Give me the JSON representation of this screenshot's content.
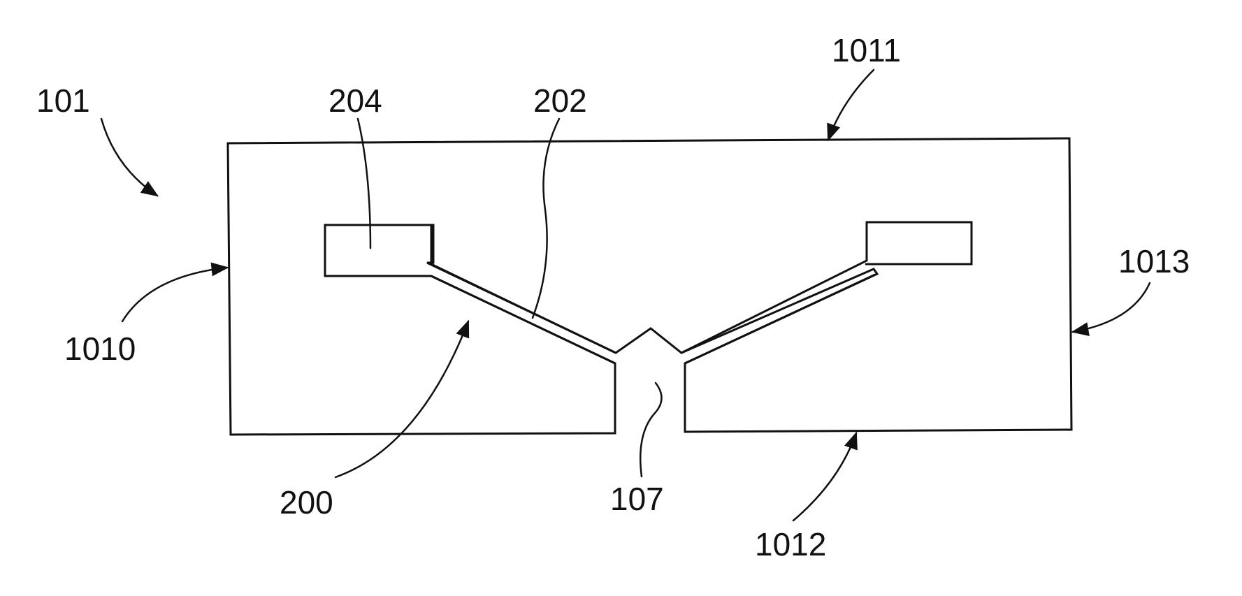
{
  "figure": {
    "labels": {
      "ref_101": "101",
      "ref_1011": "1011",
      "ref_204": "204",
      "ref_202": "202",
      "ref_1013": "1013",
      "ref_1010": "1010",
      "ref_200": "200",
      "ref_107": "107",
      "ref_1012": "1012"
    },
    "colors": {
      "ink": "#111111",
      "background": "#ffffff"
    }
  }
}
